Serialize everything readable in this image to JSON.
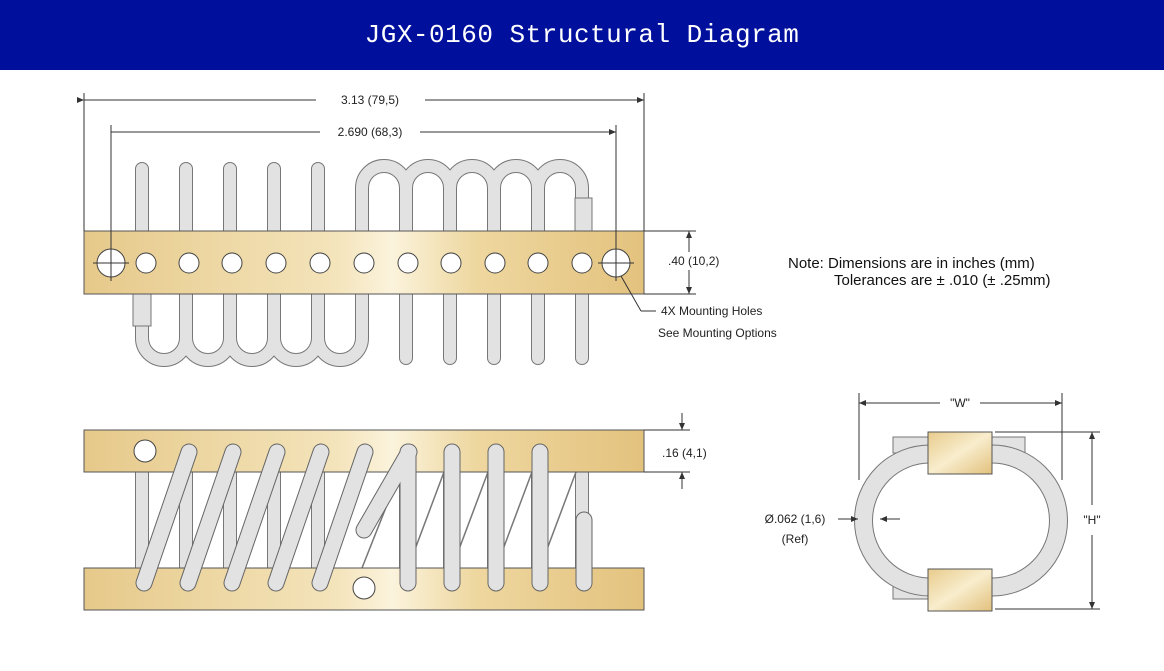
{
  "header": {
    "title": "JGX-0160 Structural Diagram"
  },
  "dimensions": {
    "overall_length": "3.13 (79,5)",
    "hole_spacing": "2.690 (68,3)",
    "bar_height": ".40 (10,2)",
    "bar_thickness": ".16 (4,1)",
    "wire_diameter": "Ø.062 (1,6)",
    "wire_ref": "(Ref)",
    "width_label": "\"W\"",
    "height_label": "\"H\""
  },
  "callouts": {
    "mounting_line1": "4X Mounting Holes",
    "mounting_line2": "See Mounting Options"
  },
  "note": {
    "line1": "Note: Dimensions are in inches (mm)",
    "line2": "Tolerances are ± .010 (± .25mm)"
  },
  "colors": {
    "header_bg": "#00109c",
    "bar_brass": "#e9cd8e",
    "wire_fill": "#e2e2e2",
    "line": "#333333"
  }
}
